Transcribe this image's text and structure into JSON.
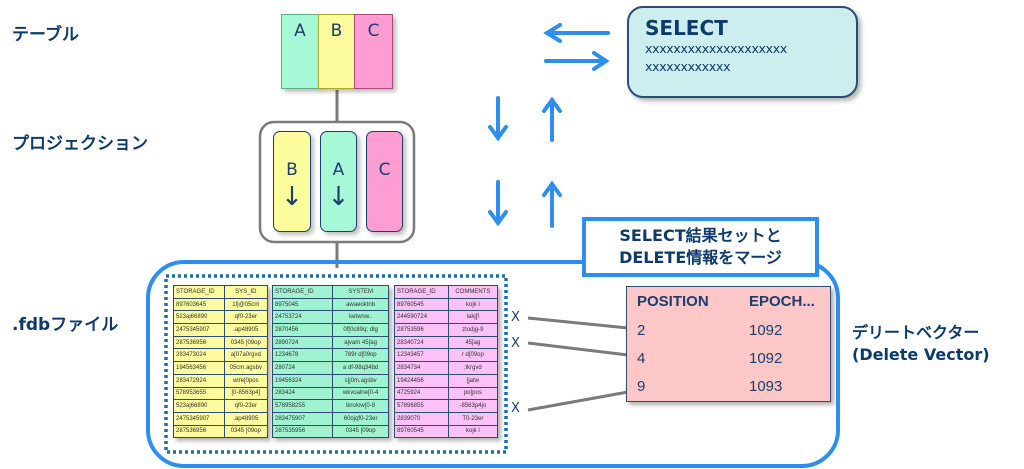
{
  "labels": {
    "table": "テーブル",
    "projection": "プロジェクション",
    "fdb_file": ".fdbファイル"
  },
  "table_columns": [
    "A",
    "B",
    "C"
  ],
  "projection_columns": [
    {
      "name": "B",
      "sorted": true,
      "arrow": "↓"
    },
    {
      "name": "A",
      "sorted": true,
      "arrow": "↓"
    },
    {
      "name": "C",
      "sorted": false,
      "arrow": ""
    }
  ],
  "select_box": {
    "title": "SELECT",
    "line1": "xxxxxxxxxxxxxxxxxxxx",
    "line2": "xxxxxxxxxxxx"
  },
  "merge_box": {
    "line1": "SELECT結果セットと",
    "line2": "DELETE情報をマージ"
  },
  "fdb_tables": [
    {
      "headers": [
        "STORAGE_ID",
        "SYS_ID"
      ],
      "rows": [
        [
          "897603645",
          "1fj@05cm"
        ],
        [
          "523aj66890",
          "qf0-23er"
        ],
        [
          "2475345907",
          ".ap48905"
        ],
        [
          "287536956",
          "0345 [09op"
        ],
        [
          "283473024",
          "a[07a0rgvd"
        ],
        [
          "194563456",
          "05cm.agsbv"
        ],
        [
          "283472924",
          "wlre[0pos"
        ],
        [
          "578953655",
          "[0-8563p4]"
        ],
        [
          "523aj66890",
          "qf0-23er"
        ],
        [
          "2475345907",
          ".ap48905"
        ],
        [
          "287536956",
          "0345 [09op"
        ]
      ]
    },
    {
      "headers": [
        "STORAGE_ID",
        "SYSTEM"
      ],
      "rows": [
        [
          "8975045",
          "awaeoktnb"
        ],
        [
          "24753724",
          "ketwnw.."
        ],
        [
          "2870456",
          "0f[0c89q; dlg"
        ],
        [
          "2890724",
          "ajvam 45[ag"
        ],
        [
          "1234678",
          "789r d[09op"
        ],
        [
          "280724",
          "a df-98q34bd"
        ],
        [
          "19456324",
          "s[j0m.agsbv"
        ],
        [
          "283424",
          "wkvoalne[0-4"
        ],
        [
          "578958255",
          "lkrolow[0-8"
        ],
        [
          "283475907",
          "60ojqf0-23er"
        ],
        [
          "287535956",
          "0345 [09op"
        ]
      ]
    },
    {
      "headers": [
        "STORAGE_ID",
        "COMMENTS"
      ],
      "rows": [
        [
          "89760545",
          "kojk l"
        ],
        [
          "244590724",
          "lakj[f"
        ],
        [
          "28753596",
          "ztodjg-9"
        ],
        [
          "28340724",
          "45[ag"
        ],
        [
          "12343457",
          "r d[09op"
        ],
        [
          "2834734",
          ";lkrgvd"
        ],
        [
          "19424456",
          "[jatw"
        ],
        [
          "4725924",
          "po[pos"
        ],
        [
          "57896855",
          "-8563p4jo"
        ],
        [
          "2839070",
          "T0-23er"
        ],
        [
          "89760545",
          "kojk l"
        ]
      ]
    }
  ],
  "deleted_marker": "X",
  "delete_vector": {
    "headers": [
      "POSITION",
      "EPOCH..."
    ],
    "rows": [
      [
        "2",
        "1092"
      ],
      [
        "4",
        "1092"
      ],
      [
        "9",
        "1093"
      ]
    ],
    "label_line1": "デリートベクター",
    "label_line2": "(Delete Vector)"
  },
  "colors": {
    "arrow_blue": "#2e8ef0",
    "text_navy": "#0d3a6b",
    "col_green": "#a6f8d6",
    "col_yellow": "#fdfc9c",
    "col_pink": "#fd9dd2"
  }
}
